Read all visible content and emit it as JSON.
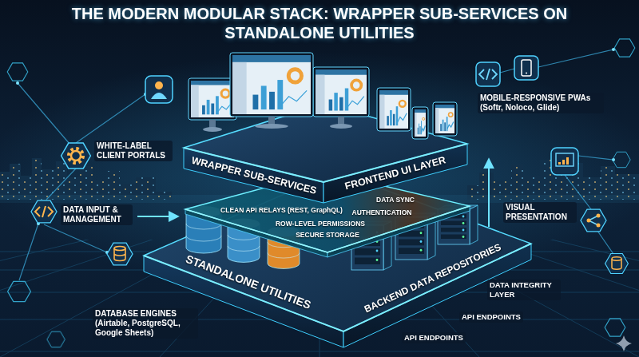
{
  "diagram": {
    "title": "THE MODERN MODULAR STACK: WRAPPER SUB-SERVICES ON STANDALONE UTILITIES",
    "nodes": [
      {
        "text": [
          "WRAPPER SUB-SERVICES",
          "FRONTEND UI LAYER"
        ]
      },
      {
        "text": [
          "CLEAN API RELAYS (REST, GraphQL)",
          "AUTHENTICATION",
          "ROW-LEVEL PERMISSIONS",
          "DATA SYNC",
          "SECURE STORAGE"
        ]
      },
      {
        "text": [
          "STANDALONE UTILITIES",
          "BACKEND DATA REPOSITORIES"
        ]
      }
    ],
    "labels": [
      "WHITE-LABEL CLIENT PORTALS",
      "MOBILE-RESPONSIVE PWAs (Softr, Noloco, Glide)",
      "DATA INPUT & MANAGEMENT",
      "VISUAL PRESENTATION",
      "DATABASE ENGINES (Airtable, PostgreSQL, Google Sheets)",
      "DATA INTEGRITY LAYER",
      "API ENDPOINTS",
      "API ENDPOINTS"
    ]
  }
}
